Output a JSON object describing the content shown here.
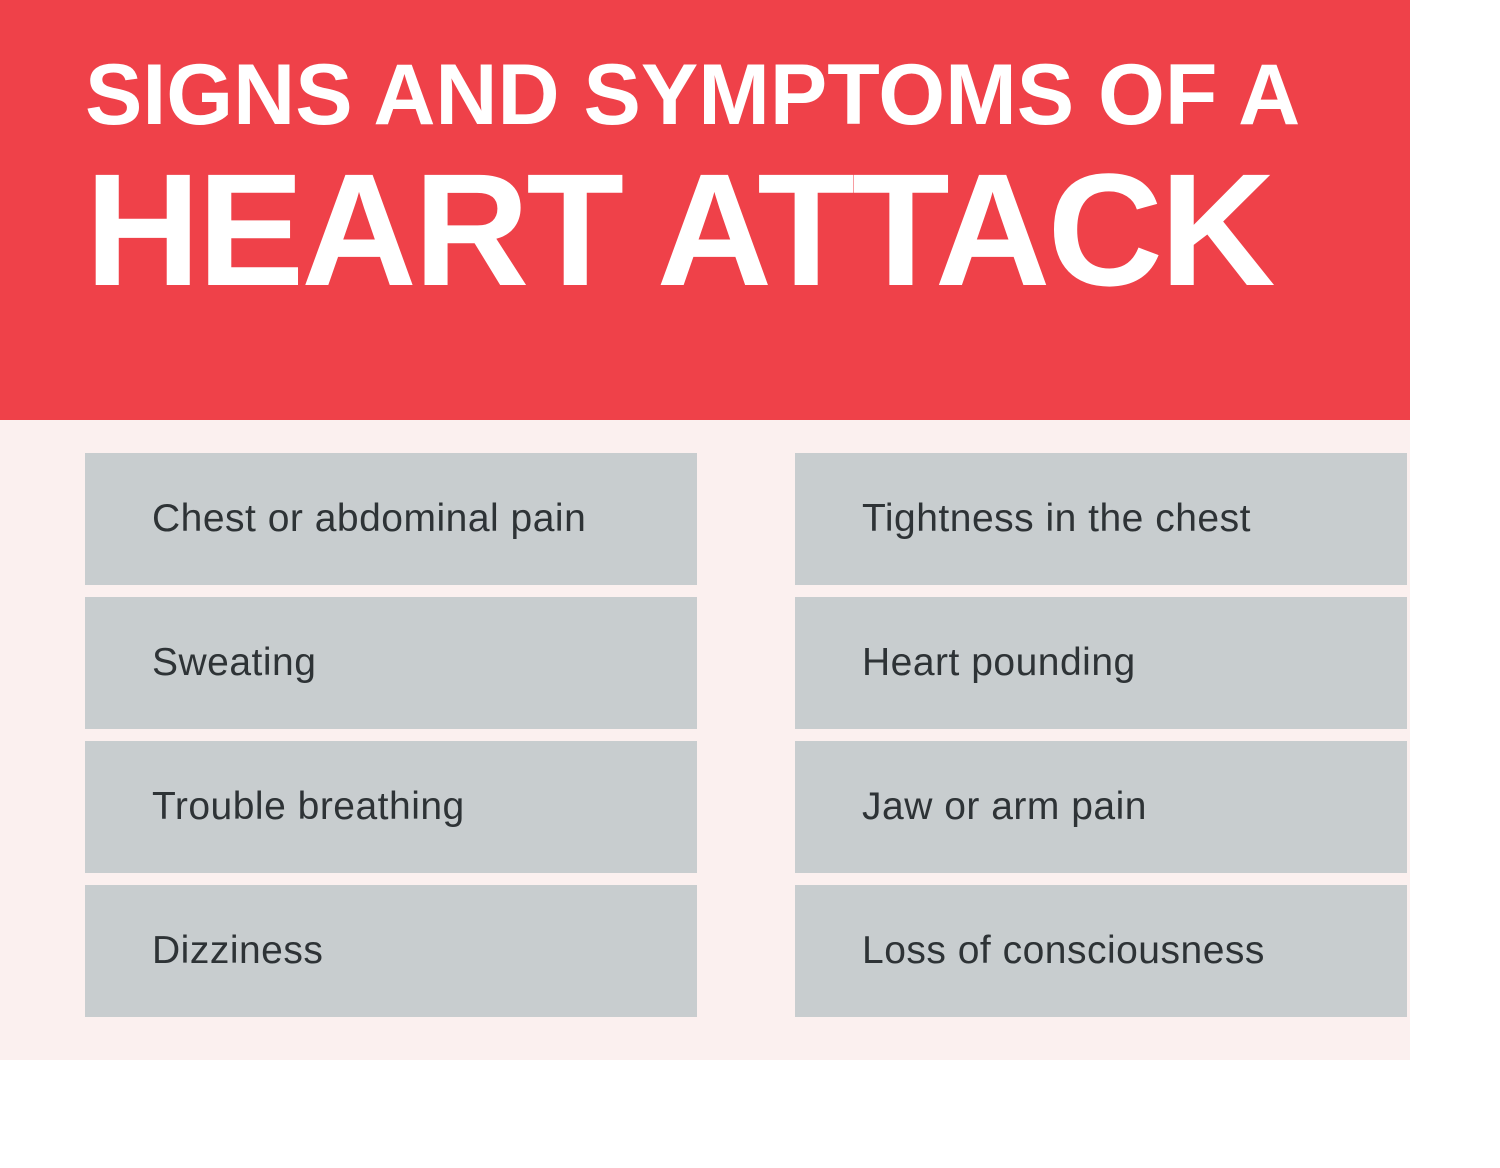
{
  "header": {
    "line1": "SIGNS AND SYMPTOMS OF A",
    "line2": "HEART ATTACK"
  },
  "symptoms": {
    "left": [
      "Chest or abdominal pain",
      "Sweating",
      "Trouble breathing",
      "Dizziness"
    ],
    "right": [
      "Tightness in the chest",
      "Heart pounding",
      "Jaw or arm pain",
      "Loss of consciousness"
    ]
  },
  "colors": {
    "header_background": "#ef4149",
    "body_background": "#fbf0ef",
    "box_background": "#c8cdcf",
    "title_text": "#ffffff",
    "box_text": "#2e3336"
  }
}
